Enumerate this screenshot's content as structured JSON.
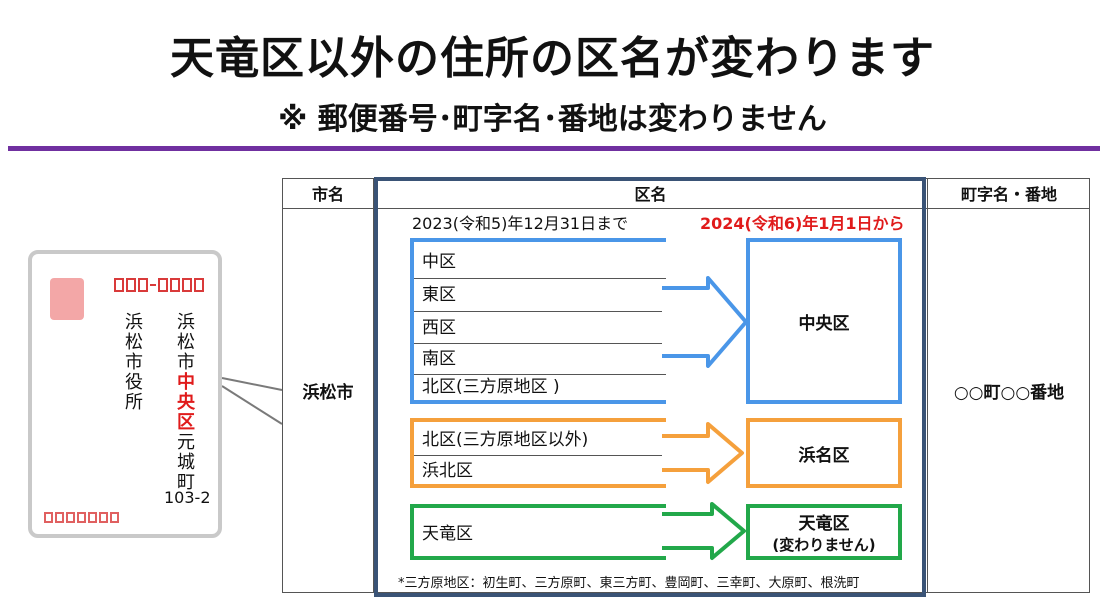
{
  "title": "天竜区以外の住所の区名が変わります",
  "subtitle": "※ 郵便番号･町字名･番地は変わりません",
  "colors": {
    "rule": "#7030a0",
    "blue": "#4a96e8",
    "orange": "#f5a03c",
    "green": "#22a84a",
    "red": "#e01b1b",
    "frame": "#3a5376",
    "stamp": "#f3a7a7",
    "postal": "#d93a3a"
  },
  "envelope": {
    "address_pre": "浜松市",
    "address_ward": "中央区",
    "address_post": "元城町",
    "number": "103-2",
    "recipient": "浜松市役所"
  },
  "table": {
    "headers": {
      "city": "市名",
      "ward": "区名",
      "address": "町字名・番地"
    },
    "city": "浜松市",
    "address_value": "○○町○○番地",
    "before_label": "2023(令和5)年12月31日まで",
    "after_label": "2024(令和6)年1月1日から",
    "groups": [
      {
        "old": [
          "中区",
          "東区",
          "西区",
          "南区",
          "北区(三方原地区 )"
        ],
        "new": "中央区",
        "new_note": ""
      },
      {
        "old": [
          "北区(三方原地区以外)",
          "浜北区"
        ],
        "new": "浜名区",
        "new_note": ""
      },
      {
        "old": [
          "天竜区"
        ],
        "new": "天竜区",
        "new_note": "(変わりません)"
      }
    ],
    "footnote": "*三方原地区：初生町、三方原町、東三方町、豊岡町、三幸町、大原町、根洗町"
  }
}
